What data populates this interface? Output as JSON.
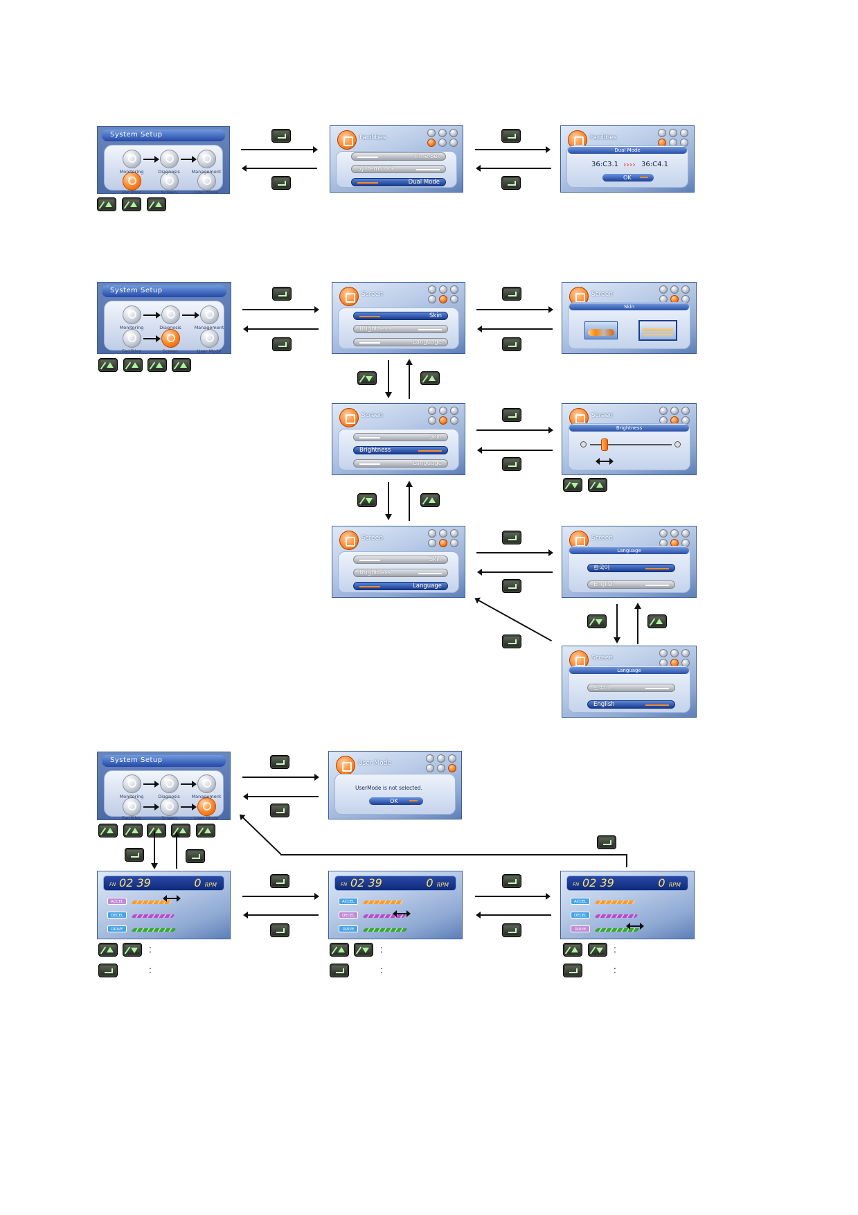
{
  "system_setup": {
    "title": "System Setup",
    "labels": [
      "Monitoring",
      "Diagnosis",
      "Management",
      "Facilities",
      "Screen",
      "User Mode"
    ]
  },
  "facilities": {
    "title": "Facilities",
    "items": [
      "Time Set",
      "System Lock",
      "Dual Mode"
    ],
    "dual_mode": {
      "header": "Dual Mode",
      "from": "36:C3.1",
      "chevrons": "››››",
      "to": "36:C4.1",
      "ok": "OK"
    }
  },
  "screen": {
    "title": "Screen",
    "items": [
      "Skin",
      "Brightness",
      "Language"
    ],
    "skin_header": "Skin",
    "brightness_header": "Brightness",
    "language_header": "Language",
    "languages": [
      "한국어",
      "English"
    ]
  },
  "user_mode": {
    "title": "User Mode",
    "message": "UserMode is not selected.",
    "ok": "OK"
  },
  "monitor": {
    "fn": "FN",
    "time": "02 39",
    "rpm_value": "0",
    "rpm_unit": "RPM",
    "tags": [
      "ACCEL",
      "DECEL",
      "DRIVE"
    ]
  },
  "colon": ":"
}
